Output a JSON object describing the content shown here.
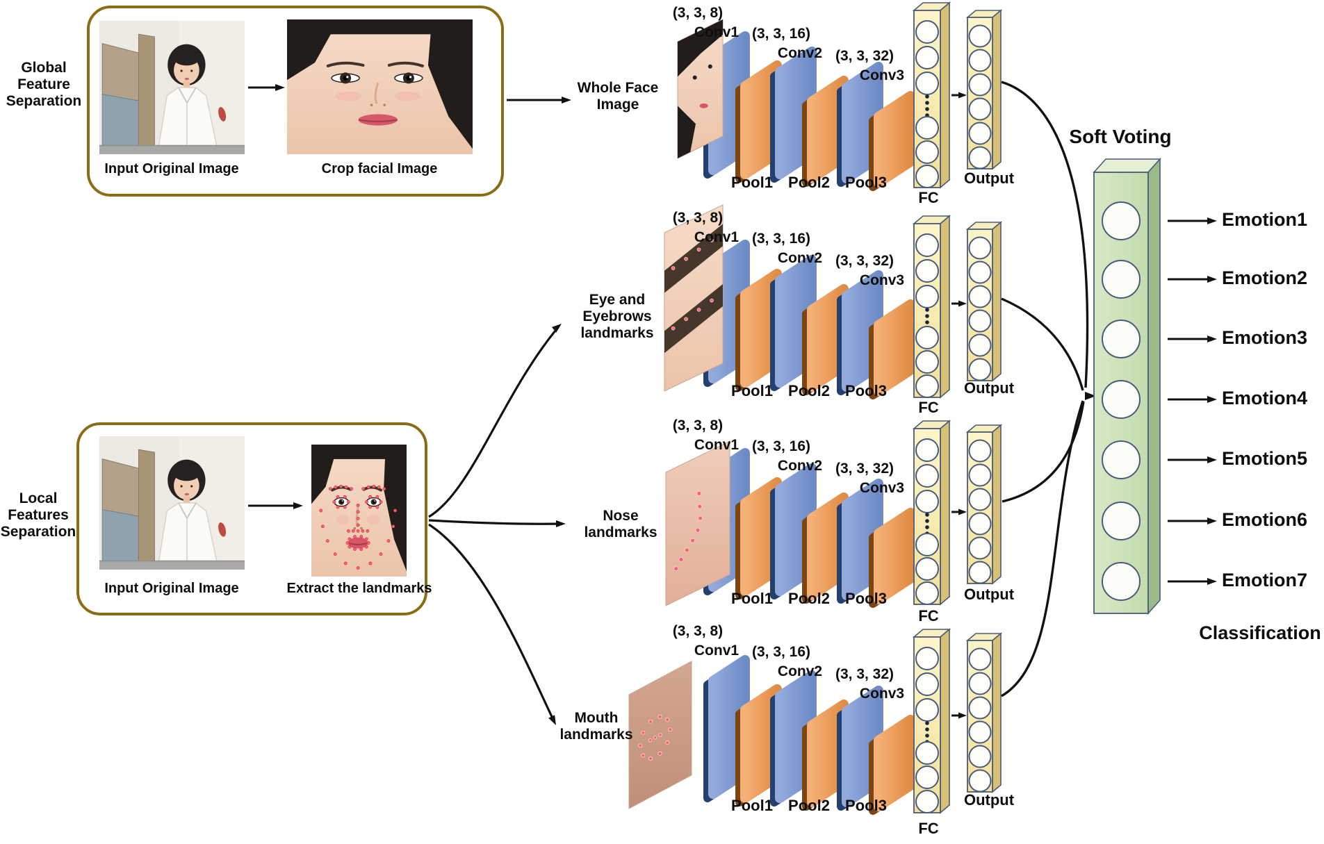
{
  "global_section": {
    "side_label_lines": [
      "Global",
      "Feature",
      "Separation"
    ],
    "input_caption": "Input Original Image",
    "crop_caption": "Crop facial Image"
  },
  "local_section": {
    "side_label_lines": [
      "Local",
      "Features",
      "Separation"
    ],
    "input_caption": "Input Original Image",
    "extract_caption": "Extract the landmarks"
  },
  "branch_labels": [
    [
      "Whole Face",
      "Image"
    ],
    [
      "Eye and",
      "Eyebrows",
      "landmarks"
    ],
    [
      "Nose",
      "landmarks"
    ],
    [
      "Mouth",
      "landmarks"
    ]
  ],
  "cnn": {
    "convs": [
      {
        "spec": "(3, 3, 8)",
        "label": "Conv1"
      },
      {
        "spec": "(3, 3, 16)",
        "label": "Conv2"
      },
      {
        "spec": "(3, 3, 32)",
        "label": "Conv3"
      }
    ],
    "pools": [
      "Pool1",
      "Pool2",
      "Pool3"
    ],
    "fc_label": "FC",
    "output_label": "Output"
  },
  "soft_voting": {
    "title": "Soft Voting",
    "emotions": [
      "Emotion1",
      "Emotion2",
      "Emotion3",
      "Emotion4",
      "Emotion5",
      "Emotion6",
      "Emotion7"
    ],
    "classification": "Classification"
  },
  "colors": {
    "conv_slab": "#7e9bd3",
    "conv_edge": "#24406e",
    "pool_slab": "#efa05e",
    "pool_edge": "#7d4512",
    "fc_column": "#fdf3c3",
    "fc_side": "#d9c077",
    "soft_voting_column": "#cfe3bb",
    "soft_voting_side": "#9cb989",
    "box_border": "#8a6c14",
    "landmark_red": "#ff5f6e",
    "arrow": "#111111",
    "circle_stroke": "#4a5a78"
  }
}
